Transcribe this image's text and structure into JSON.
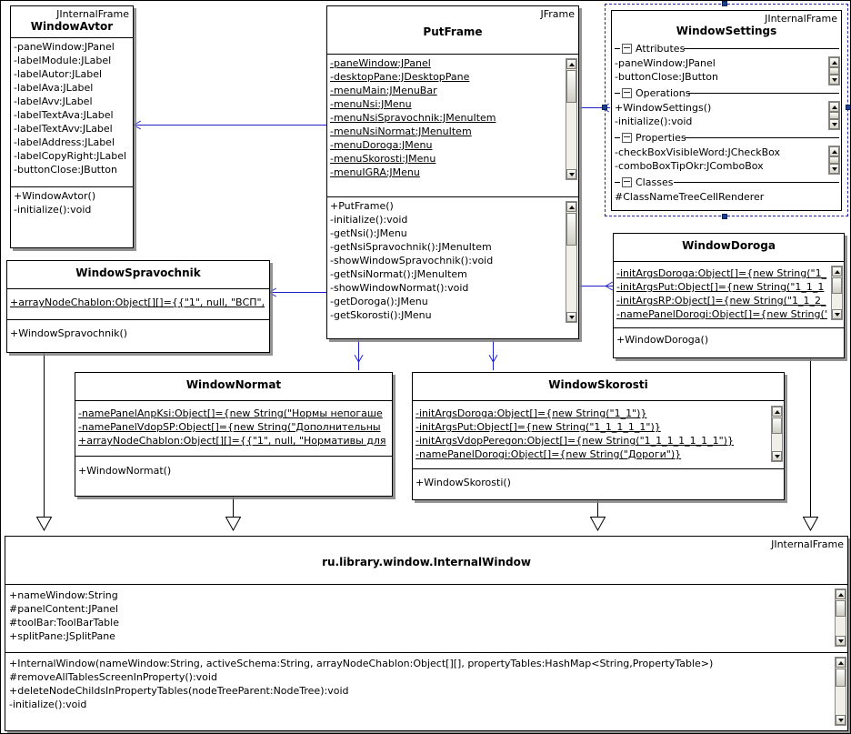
{
  "diagram": {
    "type": "uml-class-diagram",
    "title": "UML class diagram of window classes",
    "colors": {
      "association": "#1f1fcc",
      "generalization": "#000000",
      "selection": "#1b3f8f",
      "box_border": "#000000",
      "background": "#ffffff"
    }
  },
  "classes": {
    "window_avtor": {
      "stereotype": "JInternalFrame",
      "name": "WindowAvtor",
      "attributes": [
        "-paneWindow:JPanel",
        "-labelModule:JLabel",
        "-labelAutor:JLabel",
        "-labelAva:JLabel",
        "-labelAvv:JLabel",
        "-labelTextAva:JLabel",
        "-labelTextAvv:JLabel",
        "-labelAddress:JLabel",
        "-labelCopyRight:JLabel",
        "-buttonClose:JButton"
      ],
      "operations": [
        "+WindowAvtor()",
        "-initialize():void"
      ]
    },
    "put_frame": {
      "stereotype": "JFrame",
      "name": "PutFrame",
      "attributes": [
        "-paneWindow:JPanel",
        "-desktopPane:JDesktopPane",
        "-menuMain:JMenuBar",
        "-menuNsi:JMenu",
        "-menuNsiSpravochnik:JMenuItem",
        "-menuNsiNormat:JMenuItem",
        "-menuDoroga:JMenu",
        "-menuSkorosti:JMenu",
        "-menuIGRA:JMenu"
      ],
      "operations": [
        "+PutFrame()",
        "-initialize():void",
        "-getNsi():JMenu",
        "-getNsiSpravochnik():JMenuItem",
        "-showWindowSpravochnik():void",
        "-getNsiNormat():JMenuItem",
        "-showWindowNormat():void",
        "-getDoroga():JMenu",
        "-getSkorosti():JMenu"
      ]
    },
    "window_settings": {
      "stereotype": "JInternalFrame",
      "name": "WindowSettings",
      "selected": true,
      "groups": [
        {
          "label": "Attributes",
          "items": [
            "-paneWindow:JPanel",
            "-buttonClose:JButton"
          ]
        },
        {
          "label": "Operations",
          "items": [
            "+WindowSettings()",
            "-initialize():void"
          ]
        },
        {
          "label": "Properties",
          "items": [
            "-checkBoxVisibleWord:JCheckBox",
            "-comboBoxTipOkr:JComboBox"
          ]
        },
        {
          "label": "Classes",
          "items": [
            "#ClassNameTreeCellRenderer"
          ]
        }
      ]
    },
    "window_doroga": {
      "stereotype": "",
      "name": "WindowDoroga",
      "attributes": [
        "-initArgsDoroga:Object[]={new String(\"1_",
        "-initArgsPut:Object[]={new String(\"1_1_1",
        "-initArgsRP:Object[]={new String(\"1_1_2_",
        "-namePanelDorogi:Object[]={new String(\""
      ],
      "operations": [
        "+WindowDoroga()"
      ]
    },
    "window_spravochnik": {
      "stereotype": "",
      "name": "WindowSpravochnik",
      "attributes": [
        "+arrayNodeChablon:Object[][]={{\"1\", null, \"ВСП\","
      ],
      "operations": [
        "+WindowSpravochnik()"
      ]
    },
    "window_normat": {
      "stereotype": "",
      "name": "WindowNormat",
      "attributes": [
        "-namePanelAnpKsi:Object[]={new String(\"Нормы непогаше",
        "-namePanelVdopSP:Object[]={new String(\"Дополнительны",
        "+arrayNodeChablon:Object[][]={{\"1\", null, \"Нормативы для"
      ],
      "operations": [
        "+WindowNormat()"
      ]
    },
    "window_skorosti": {
      "stereotype": "",
      "name": "WindowSkorosti",
      "attributes": [
        "-initArgsDoroga:Object[]={new String(\"1_1\")}",
        "-initArgsPut:Object[]={new String(\"1_1_1_1_1\")}",
        "-initArgsVdopPeregon:Object[]={new String(\"1_1_1_1_1_1_1\")}",
        "-namePanelDorogi:Object[]={new String(\"Дороги\")}"
      ],
      "operations": [
        "+WindowSkorosti()"
      ]
    },
    "internal_window": {
      "stereotype": "JInternalFrame",
      "name": "ru.library.window.InternalWindow",
      "attributes": [
        "+nameWindow:String",
        "#panelContent:JPanel",
        "#toolBar:ToolBarTable",
        "+splitPane:JSplitPane"
      ],
      "operations": [
        "+InternalWindow(nameWindow:String, activeSchema:String, arrayNodeChablon:Object[][], propertyTables:HashMap<String,PropertyTable>)",
        "#removeAllTablesScreenInProperty():void",
        "+deleteNodeChildsInPropertyTables(nodeTreeParent:NodeTree):void",
        "-initialize():void"
      ]
    }
  },
  "connectors": [
    {
      "kind": "association",
      "from": "put_frame",
      "to": "window_avtor",
      "head": "open-arrow-left"
    },
    {
      "kind": "association",
      "from": "put_frame",
      "to": "window_settings",
      "head": "open-arrow-right"
    },
    {
      "kind": "association",
      "from": "put_frame",
      "to": "window_spravochnik",
      "head": "open-arrow-left"
    },
    {
      "kind": "association",
      "from": "put_frame",
      "to": "window_doroga",
      "head": "open-arrow-right"
    },
    {
      "kind": "association",
      "from": "put_frame",
      "to": "window_normat",
      "head": "open-arrow-down"
    },
    {
      "kind": "association",
      "from": "put_frame",
      "to": "window_skorosti",
      "head": "open-arrow-down"
    },
    {
      "kind": "generalization",
      "from": "window_spravochnik",
      "to": "internal_window",
      "head": "hollow-triangle"
    },
    {
      "kind": "generalization",
      "from": "window_normat",
      "to": "internal_window",
      "head": "hollow-triangle"
    },
    {
      "kind": "generalization",
      "from": "window_skorosti",
      "to": "internal_window",
      "head": "hollow-triangle"
    },
    {
      "kind": "generalization",
      "from": "window_doroga",
      "to": "internal_window",
      "head": "hollow-triangle"
    }
  ]
}
